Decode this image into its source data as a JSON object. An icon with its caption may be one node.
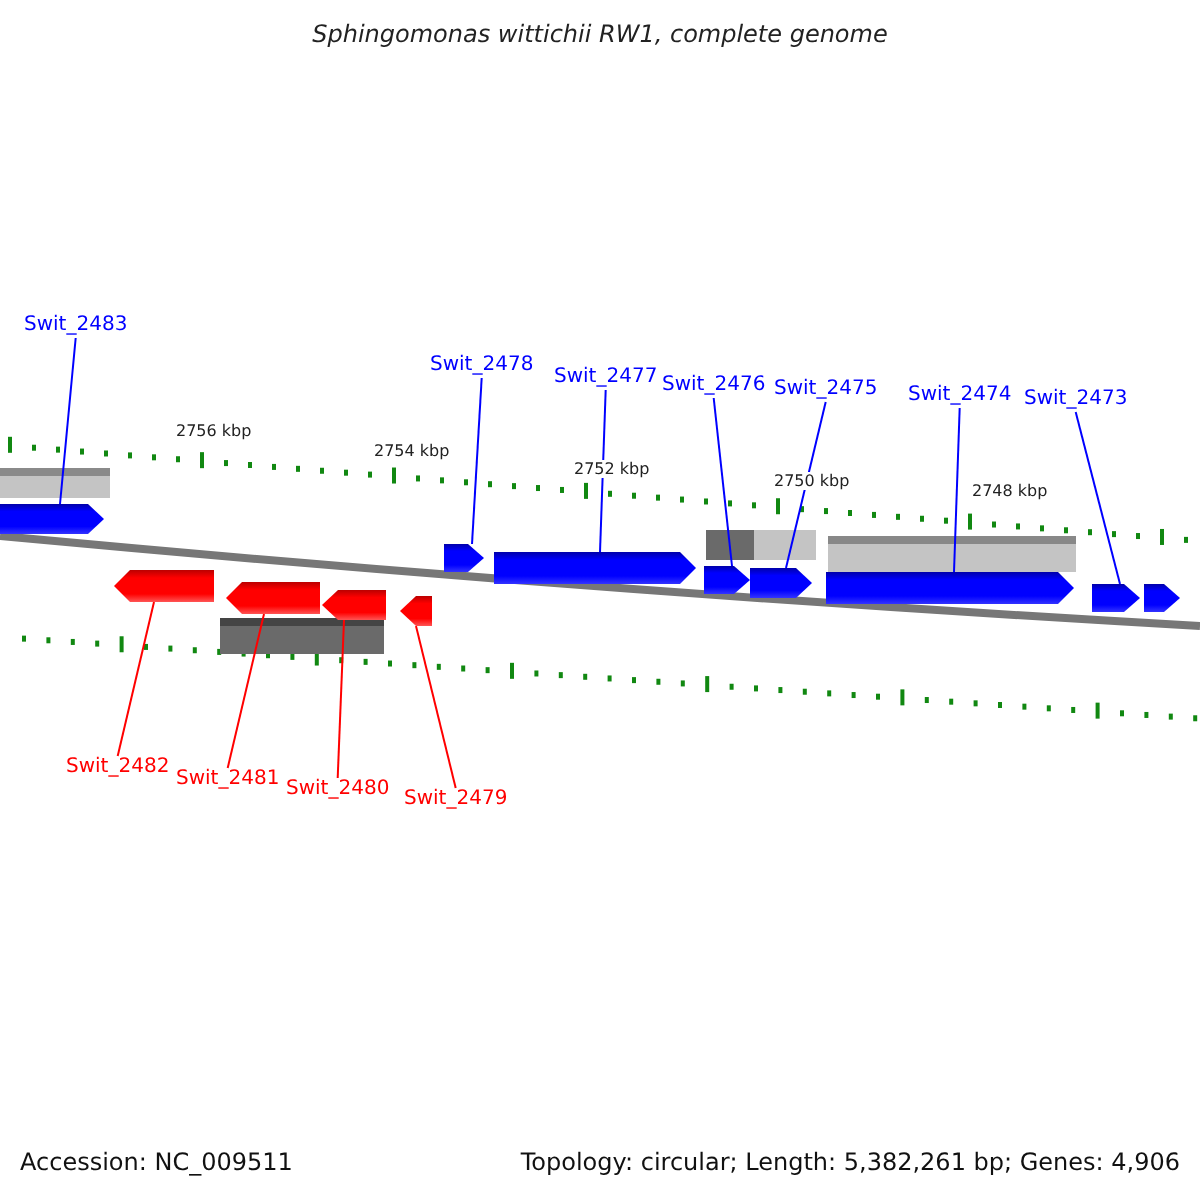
{
  "diagram": {
    "title": "Sphingomonas wittichii RW1, complete genome",
    "nodes": [
      {
        "text": [
          "Swit_2483"
        ]
      },
      {
        "text": [
          "Swit_2478"
        ]
      },
      {
        "text": [
          "Swit_2477"
        ]
      },
      {
        "text": [
          "Swit_2476"
        ]
      },
      {
        "text": [
          "Swit_2475"
        ]
      },
      {
        "text": [
          "Swit_2474"
        ]
      },
      {
        "text": [
          "Swit_2473"
        ]
      },
      {
        "text": [
          "Swit_2482"
        ]
      },
      {
        "text": [
          "Swit_2481"
        ]
      },
      {
        "text": [
          "Swit_2480"
        ]
      },
      {
        "text": [
          "Swit_2479"
        ]
      },
      {
        "text": [],
        "shape": "pentagon"
      },
      {
        "text": [],
        "shape": "pentagon"
      },
      {
        "text": [],
        "shape": "pentagon"
      },
      {
        "text": [],
        "shape": "pentagon"
      },
      {
        "text": [],
        "shape": "pentagon"
      },
      {
        "text": [],
        "shape": "pentagon"
      },
      {
        "text": [],
        "shape": "pentagon"
      },
      {
        "text": [],
        "shape": "pentagon"
      },
      {
        "text": [],
        "shape": "pentagon"
      },
      {
        "text": [],
        "shape": "pentagon"
      },
      {
        "text": [],
        "shape": "pentagon"
      },
      {
        "text": [],
        "shape": "pentagon"
      }
    ],
    "edges": [
      {
        "from": 0,
        "to": 11,
        "arrow": "none"
      },
      {
        "from": 1,
        "to": 12,
        "arrow": "none"
      },
      {
        "from": 2,
        "to": 13,
        "arrow": "none"
      },
      {
        "from": 3,
        "to": 14,
        "arrow": "none"
      },
      {
        "from": 4,
        "to": 15,
        "arrow": "none"
      },
      {
        "from": 5,
        "to": 16,
        "arrow": "none"
      },
      {
        "from": 6,
        "to": 17,
        "arrow": "none"
      },
      {
        "from": 7,
        "to": 19,
        "arrow": "none",
        "color": "#ff0000"
      },
      {
        "from": 8,
        "to": 20,
        "arrow": "none",
        "color": "#ff0000"
      },
      {
        "from": 9,
        "to": 21,
        "arrow": "none",
        "color": "#ff0000"
      },
      {
        "from": 10,
        "to": 22,
        "arrow": "none",
        "color": "#ff0000"
      }
    ],
    "labels": [
      "2756 kbp",
      "2754 kbp",
      "2752 kbp",
      "2750 kbp",
      "2748 kbp",
      "Accession: NC_009511",
      "Topology: circular; Length: 5,382,261 bp; Genes: 4,906"
    ]
  }
}
